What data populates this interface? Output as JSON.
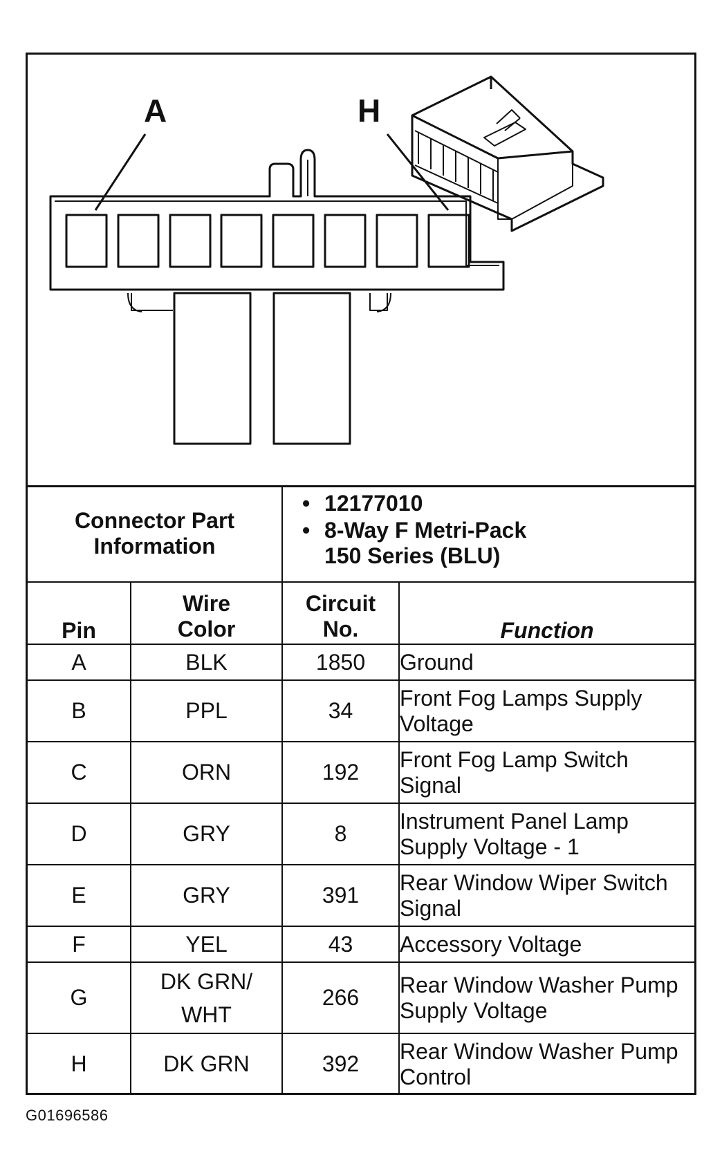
{
  "diagram": {
    "pin_label_first": "A",
    "pin_label_last": "H"
  },
  "connector": {
    "label": "Connector Part Information",
    "part_number": "12177010",
    "description_line1": "8-Way F Metri-Pack",
    "description_line2": "150 Series (BLU)"
  },
  "table": {
    "headers": {
      "pin": "Pin",
      "wire_color": "Wire Color",
      "circuit_no": "Circuit No.",
      "function": "Function"
    },
    "rows": [
      {
        "pin": "A",
        "wire_color": "BLK",
        "circuit": "1850",
        "function": "Ground"
      },
      {
        "pin": "B",
        "wire_color": "PPL",
        "circuit": "34",
        "function": "Front Fog Lamps Supply Voltage"
      },
      {
        "pin": "C",
        "wire_color": "ORN",
        "circuit": "192",
        "function": "Front Fog Lamp Switch Signal"
      },
      {
        "pin": "D",
        "wire_color": "GRY",
        "circuit": "8",
        "function": "Instrument Panel Lamp Supply Voltage - 1"
      },
      {
        "pin": "E",
        "wire_color": "GRY",
        "circuit": "391",
        "function": "Rear Window Wiper Switch Signal"
      },
      {
        "pin": "F",
        "wire_color": "YEL",
        "circuit": "43",
        "function": "Accessory Voltage"
      },
      {
        "pin": "G",
        "wire_color": "DK GRN/ WHT",
        "circuit": "266",
        "function": "Rear Window Washer Pump Supply Voltage"
      },
      {
        "pin": "H",
        "wire_color": "DK GRN",
        "circuit": "392",
        "function": "Rear Window Washer Pump Control"
      }
    ]
  },
  "footer": {
    "figure_code": "G01696586"
  }
}
